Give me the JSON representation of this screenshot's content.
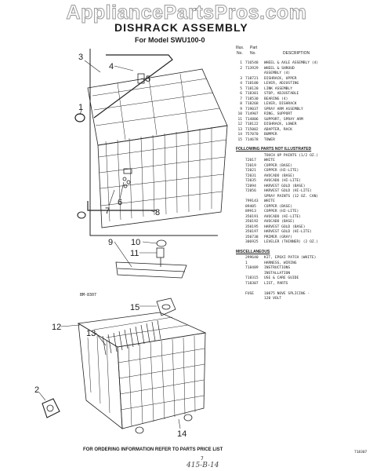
{
  "watermark": "AppliancePartsPros.com",
  "title": "DISHRACK ASSEMBLY",
  "model": "For Model SWU100-0",
  "table_header": {
    "illus": "Illus.",
    "no": "No.",
    "part": "Part",
    "part_no": "No.",
    "description": "DESCRIPTION"
  },
  "parts": [
    {
      "n": "1",
      "p": "716548",
      "d": "WHEEL & AXLE ASSEMBLY (4)"
    },
    {
      "n": "2",
      "p": "713929",
      "d": "WHEEL & SHROUD"
    },
    {
      "n": "",
      "p": "",
      "d": "ASSEMBLY (4)"
    },
    {
      "n": "3",
      "p": "718721",
      "d": "DISHRACK, UPPER"
    },
    {
      "n": "4",
      "p": "718100",
      "d": "LEVER, ADJUSTING"
    },
    {
      "n": "5",
      "p": "718120",
      "d": "LINK ASSEMBLY"
    },
    {
      "n": "6",
      "p": "718301",
      "d": "STOP, ADJUSTABLE"
    },
    {
      "n": "7",
      "p": "718530",
      "d": "BEARING (4)"
    },
    {
      "n": "8",
      "p": "718268",
      "d": "LEVER, DISHRACK"
    },
    {
      "n": "9",
      "p": "719037",
      "d": "SPRAY ARM ASSEMBLY"
    },
    {
      "n": "10",
      "p": "714907",
      "d": "RING, SUPPORT"
    },
    {
      "n": "11",
      "p": "714806",
      "d": "SUPPORT, SPRAY ARM"
    },
    {
      "n": "12",
      "p": "718122",
      "d": "DISHRACK, LOWER"
    },
    {
      "n": "13",
      "p": "715002",
      "d": "ADAPTER, RACK"
    },
    {
      "n": "14",
      "p": "757070",
      "d": "BUMPER"
    },
    {
      "n": "15",
      "p": "714678",
      "d": "TOWER"
    }
  ],
  "section_not_illustrated": "FOLLOWING PARTS NOT ILLUSTRATED",
  "paints": [
    {
      "p": "",
      "d": "TOUCH UP PAINTS (1/2 OZ.)"
    },
    {
      "p": "72017",
      "d": "WHITE"
    },
    {
      "p": "72019",
      "d": "COPPER (BASE)"
    },
    {
      "p": "72021",
      "d": "COPPER (HI-LITE)"
    },
    {
      "p": "72031",
      "d": "AVOCADO (BASE)"
    },
    {
      "p": "72035",
      "d": "AVOCADO (HI-LITE)"
    },
    {
      "p": "72094",
      "d": "HARVEST GOLD (BASE)"
    },
    {
      "p": "72056",
      "d": "HARVEST GOLD (HI-LITE)"
    },
    {
      "p": "",
      "d": "SPRAY PAINTS (12 OZ. CAN)"
    },
    {
      "p": "799143",
      "d": "WHITE"
    },
    {
      "p": "89405",
      "d": "COPPER (BASE)"
    },
    {
      "p": "89913",
      "d": "COPPER (HI-LITE)"
    },
    {
      "p": "350191",
      "d": "AVOCADO (HI-LITE)"
    },
    {
      "p": "350192",
      "d": "AVOCADO (BASE)"
    },
    {
      "p": "350195",
      "d": "HARVEST GOLD (BASE)"
    },
    {
      "p": "350197",
      "d": "HARVEST GOLD (HI-LITE)"
    },
    {
      "p": "350738",
      "d": "PRIMER (GRAY)"
    },
    {
      "p": "306925",
      "d": "LEVELER (THINNER) (2 OZ.)"
    }
  ],
  "section_misc": "MISCELLANEOUS",
  "misc": [
    {
      "p": "299640",
      "d": "KIT, EPOXI PATCH (WHITE)"
    },
    {
      "p": "1",
      "d": "HARNESS, WIRING"
    },
    {
      "p": "718489",
      "d": "INSTRUCTIONS"
    },
    {
      "p": "",
      "d": "INSTALLATION"
    },
    {
      "p": "718315",
      "d": "USE & CARE GUIDE"
    },
    {
      "p": "718307",
      "d": "LIST, PARTS"
    },
    {
      "p": "",
      "d": ""
    },
    {
      "p": "FUSE",
      "d": "10075 NOVE SPLICING -"
    },
    {
      "p": "",
      "d": "120 VOLT"
    }
  ],
  "callouts": [
    "3",
    "4",
    "5",
    "1",
    "6",
    "7",
    "8",
    "9",
    "10",
    "11",
    "15",
    "12",
    "13",
    "14",
    "2"
  ],
  "bm_ref": "BM-8307",
  "footer": "FOR ORDERING INFORMATION REFER TO PARTS PRICE LIST",
  "page_number": "7",
  "handwritten": "415-B-14",
  "doc_number": "718307"
}
